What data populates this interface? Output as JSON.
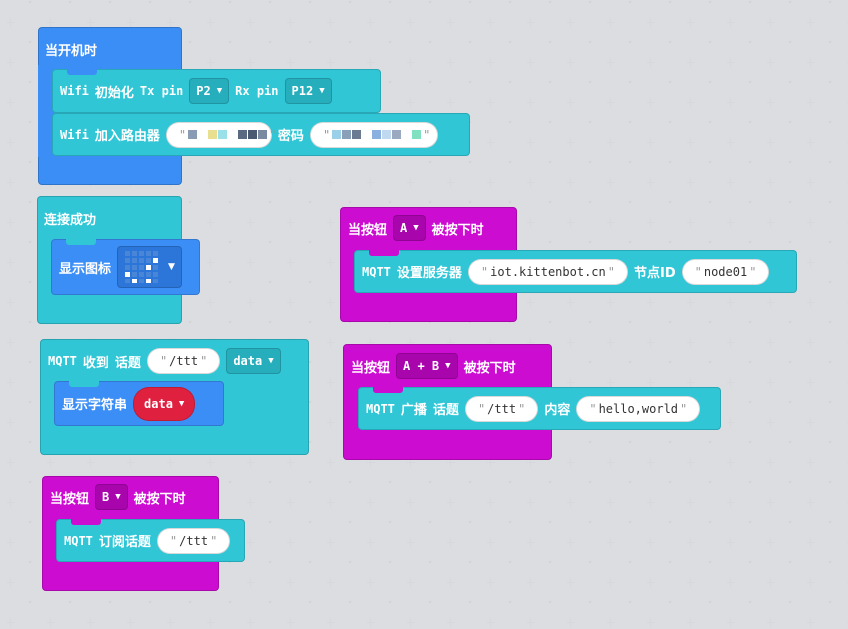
{
  "start": {
    "hat_label": "当开机时",
    "wifi_init": {
      "label1": "Wifi",
      "label2": "初始化",
      "tx": "Tx pin",
      "tx_val": "P2",
      "rx": "Rx pin",
      "rx_val": "P12"
    },
    "wifi_join": {
      "label1": "Wifi",
      "label2": "加入路由器",
      "pwd_label": "密码"
    }
  },
  "connected": {
    "hat_label": "连接成功",
    "show_icon": "显示图标"
  },
  "mqtt_recv": {
    "label1": "MQTT",
    "label2": "收到",
    "label3": "话题",
    "topic": "/ttt",
    "var": "data",
    "show_string": "显示字符串",
    "str_var": "data"
  },
  "btn_b": {
    "label1": "当按钮",
    "btn": "B",
    "label2": "被按下时",
    "sub": {
      "label1": "MQTT",
      "label2": "订阅话题",
      "topic": "/ttt"
    }
  },
  "btn_a": {
    "label1": "当按钮",
    "btn": "A",
    "label2": "被按下时",
    "server": {
      "label1": "MQTT",
      "label2": "设置服务器",
      "host": "iot.kittenbot.cn",
      "node_label": "节点ID",
      "node": "node01"
    }
  },
  "btn_ab": {
    "label1": "当按钮",
    "btn": "A + B",
    "label2": "被按下时",
    "bcast": {
      "label1": "MQTT",
      "label2": "广播",
      "label3": "话题",
      "topic": "/ttt",
      "content_label": "内容",
      "content": "hello,world"
    }
  },
  "colors": {
    "wifi": "#3b8ef5",
    "mqtt": "#30c6d6",
    "input": "#cc0cd1",
    "variable": "#e0203f"
  }
}
